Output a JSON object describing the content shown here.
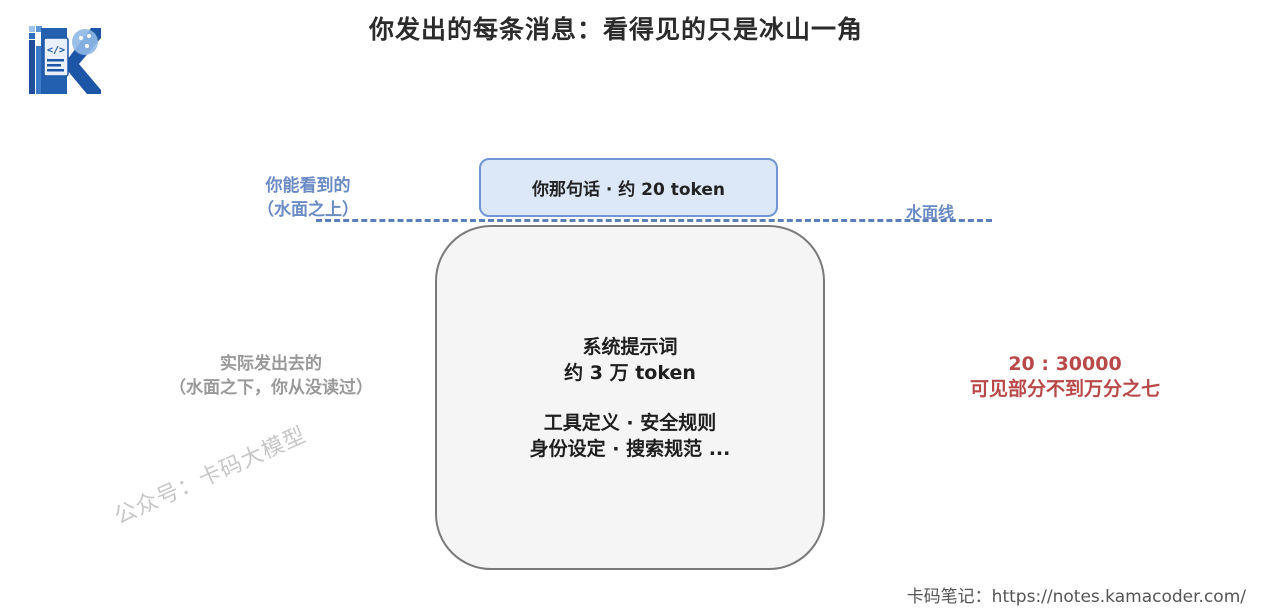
{
  "title": "你发出的每条消息：看得见的只是冰山一角",
  "logo": {
    "letter": "K",
    "code_glyph": "</>"
  },
  "tip": {
    "text": "你那句话 · 约 20 token"
  },
  "waterline": {
    "label": "水面线"
  },
  "visible_side": {
    "line1": "你能看到的",
    "line2": "（水面之上）"
  },
  "iceberg": {
    "line1": "系统提示词",
    "line2": "约 3 万 token",
    "line3": "工具定义 · 安全规则",
    "line4": "身份设定 · 搜索规范 ..."
  },
  "hidden_side": {
    "line1": "实际发出去的",
    "line2": "（水面之下，你从没读过）"
  },
  "ratio": {
    "line1": "20 : 30000",
    "line2": "可见部分不到万分之七"
  },
  "watermark": "公众号：卡码大模型",
  "footer": "卡码笔记：https://notes.kamacoder.com/",
  "colors": {
    "tip_fill": "#dce8f8",
    "tip_border": "#6f96d3",
    "waterline": "#5b7fb8",
    "iceberg_fill": "#f5f5f5",
    "iceberg_border": "#7a7a7a",
    "ratio": "#b94848",
    "visible_label": "#6b8bc4",
    "hidden_label": "#999999"
  }
}
